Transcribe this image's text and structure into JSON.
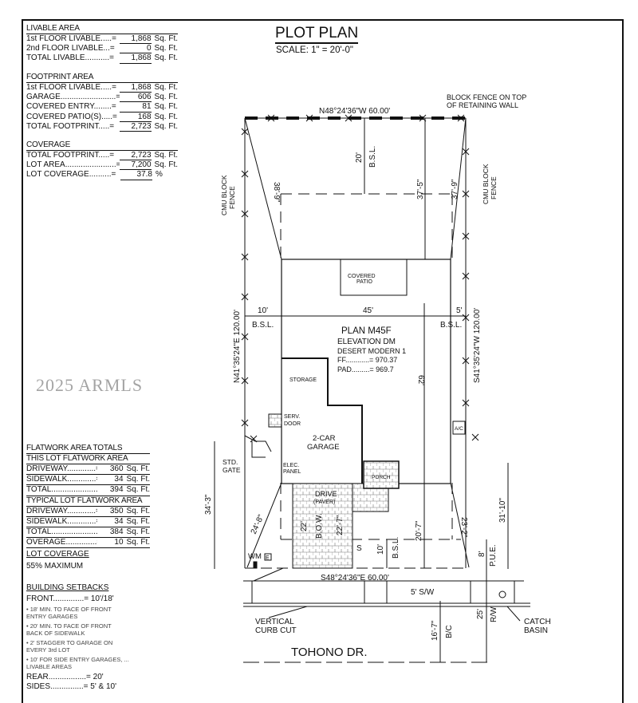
{
  "header": {
    "title": "PLOT PLAN",
    "scale": "SCALE: 1\" = 20'-0\""
  },
  "livable": {
    "heading": "LIVABLE AREA",
    "rows": [
      {
        "label": "1st FLOOR LIVABLE.....=",
        "value": "1,868",
        "unit": "Sq. Ft."
      },
      {
        "label": "2nd FLOOR LIVABLE...=",
        "value": "0",
        "unit": "Sq. Ft."
      },
      {
        "label": "TOTAL LIVABLE...........=",
        "value": "1,868",
        "unit": "Sq. Ft."
      }
    ]
  },
  "footprint": {
    "heading": "FOOTPRINT AREA",
    "rows": [
      {
        "label": "1st FLOOR LIVABLE.....=",
        "value": "1,868",
        "unit": "Sq. Ft."
      },
      {
        "label": "GARAGE.........................=",
        "value": "606",
        "unit": "Sq. Ft."
      },
      {
        "label": "COVERED ENTRY........=",
        "value": "81",
        "unit": "Sq. Ft."
      },
      {
        "label": "COVERED PATIO(S).....=",
        "value": "168",
        "unit": "Sq. Ft."
      },
      {
        "label": "TOTAL FOOTPRINT.....=",
        "value": "2,723",
        "unit": "Sq. Ft."
      }
    ]
  },
  "coverage": {
    "heading": "COVERAGE",
    "rows": [
      {
        "label": "TOTAL FOOTPRINT.....=",
        "value": "2,723",
        "unit": "Sq. Ft."
      },
      {
        "label": "LOT AREA.......................=",
        "value": "7,200",
        "unit": "Sq. Ft."
      },
      {
        "label": "LOT COVERAGE..........=",
        "value": "37.8",
        "unit": "%"
      }
    ]
  },
  "flatwork": {
    "heading": "FLATWORK AREA TOTALS",
    "this_lot": {
      "heading": "THIS LOT FLATWORK AREA",
      "rows": [
        {
          "label": "DRIVEWAY.............=",
          "value": "360",
          "unit": "Sq. Ft."
        },
        {
          "label": "SIDEWALK.............=",
          "value": "34",
          "unit": "Sq. Ft."
        },
        {
          "label": "TOTAL.....................=",
          "value": "394",
          "unit": "Sq. Ft."
        }
      ]
    },
    "typical": {
      "heading": "TYPICAL LOT FLATWORK AREA",
      "rows": [
        {
          "label": "DRIVEWAY.............=",
          "value": "350",
          "unit": "Sq. Ft."
        },
        {
          "label": "SIDEWALK.............=",
          "value": "34",
          "unit": "Sq. Ft."
        },
        {
          "label": "TOTAL.....................=",
          "value": "384",
          "unit": "Sq. Ft."
        },
        {
          "label": "OVERAGE..............=",
          "value": "10",
          "unit": "Sq. Ft."
        }
      ]
    }
  },
  "lot_coverage": {
    "heading": "LOT COVERAGE",
    "value": "55% MAXIMUM"
  },
  "setbacks": {
    "heading": "BUILDING SETBACKS",
    "front": "FRONT..............= 10'/18'",
    "notes": [
      "• 18' MIN. TO FACE OF FRONT ENTRY GARAGES",
      "• 20' MIN. TO FACE OF FRONT BACK OF SIDEWALK",
      "• 2' STAGGER TO GARAGE ON EVERY 3rd LOT",
      "• 10' FOR SIDE ENTRY GARAGES, ... LIVABLE AREAS"
    ],
    "rear": "REAR.................= 20'",
    "sides": "SIDES...............= 5' & 10'"
  },
  "plan": {
    "rear_bearing": "N48°24'36\"W  60.00'",
    "front_bearing": "S48°24'36\"E  60.00'",
    "left_bearing": "N41°35'24\"E  120.00'",
    "right_bearing": "S41°35'24\"W  120.00'",
    "block_fence_note": [
      "BLOCK FENCE ON TOP",
      "OF RETAINING WALL"
    ],
    "cmu_fence": [
      "CMU BLOCK",
      "FENCE"
    ],
    "rear_setback": "20'",
    "bsl": "B.S.L.",
    "dim_38_9": "38'-9\"",
    "dim_37_5": "37'-5\"",
    "dim_37_9": "37'-9\"",
    "dim_10": "10'",
    "dim_45": "45'",
    "dim_5": "5'",
    "dim_62": "62'",
    "dim_34_3": "34'-3\"",
    "dim_24_8": "24'-8\"",
    "dim_22": "22'",
    "bow": "B.O.W.",
    "dim_22_7": "22'-7\"",
    "dim_20_7": "20'-7\"",
    "dim_23_2": "23'-2\"",
    "dim_31_10": "31'-10\"",
    "dim_front_10": "10'",
    "dim_8": "8'",
    "pue": "P.U.E.",
    "dim_25": "25'",
    "rw": "R/W",
    "dim_16_7": "16'-7\"",
    "bc": "B/C",
    "covered_patio": [
      "COVERED",
      "PATIO"
    ],
    "plan_name": "PLAN M45F",
    "elevation": "ELEVATION DM",
    "style": "DESERT MODERN 1",
    "ff": "FF............=  970.37",
    "pad": "PAD.........=  969.7",
    "storage": "STORAGE",
    "serv_door": [
      "SERV.",
      "DOOR"
    ],
    "garage": [
      "2-CAR",
      "GARAGE"
    ],
    "elec_panel": [
      "ELEC.",
      "PANEL"
    ],
    "ac": "A/C",
    "porch": "PORCH",
    "drive": [
      "DRIVE",
      "(PAVER)"
    ],
    "std_gate": [
      "STD.",
      "GATE"
    ],
    "wm": "WM",
    "e": "E",
    "s": "S",
    "sidewalk": "5' S/W",
    "curb_cut": [
      "VERTICAL",
      "CURB CUT"
    ],
    "catch_basin": [
      "CATCH",
      "BASIN"
    ],
    "street": "TOHONO DR."
  },
  "watermark": "2025 ARMLS"
}
